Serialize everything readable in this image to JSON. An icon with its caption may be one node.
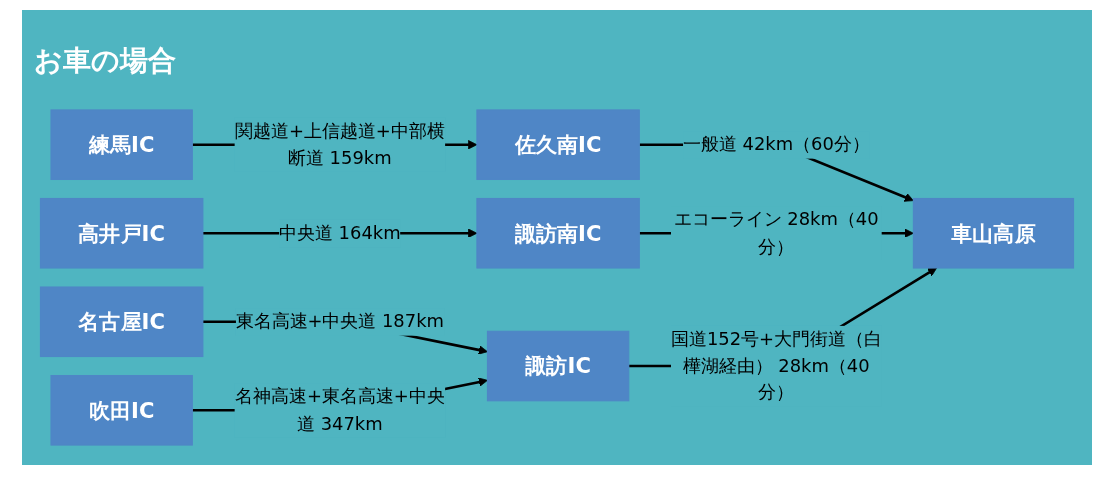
{
  "diagram": {
    "title": "お車の場合",
    "nodes": [
      {
        "text": [
          "練馬IC"
        ]
      },
      {
        "text": [
          "高井戸IC"
        ]
      },
      {
        "text": [
          "名古屋IC"
        ]
      },
      {
        "text": [
          "吹田IC"
        ]
      },
      {
        "text": [
          "佐久南IC"
        ]
      },
      {
        "text": [
          "諏訪南IC"
        ]
      },
      {
        "text": [
          "諏訪IC"
        ]
      },
      {
        "text": [
          "車山高原"
        ]
      }
    ],
    "edges": [
      {
        "from": 0,
        "to": 4,
        "arrow": "to",
        "label": "関越道+上信越道+中部横断道 159km"
      },
      {
        "from": 1,
        "to": 5,
        "arrow": "to",
        "label": "中央道 164km"
      },
      {
        "from": 2,
        "to": 6,
        "arrow": "to",
        "label": "東名高速+中央道 187km"
      },
      {
        "from": 3,
        "to": 6,
        "arrow": "to",
        "label": "名神高速+東名高速+中央道 347km"
      },
      {
        "from": 4,
        "to": 7,
        "arrow": "to",
        "label": "一般道 42km（60分）"
      },
      {
        "from": 5,
        "to": 7,
        "arrow": "to",
        "label": "エコーライン 28km（40分）"
      },
      {
        "from": 6,
        "to": 7,
        "arrow": "to",
        "label": "国道152号+大門街道（白樺湖経由） 28km（40分）"
      }
    ]
  }
}
